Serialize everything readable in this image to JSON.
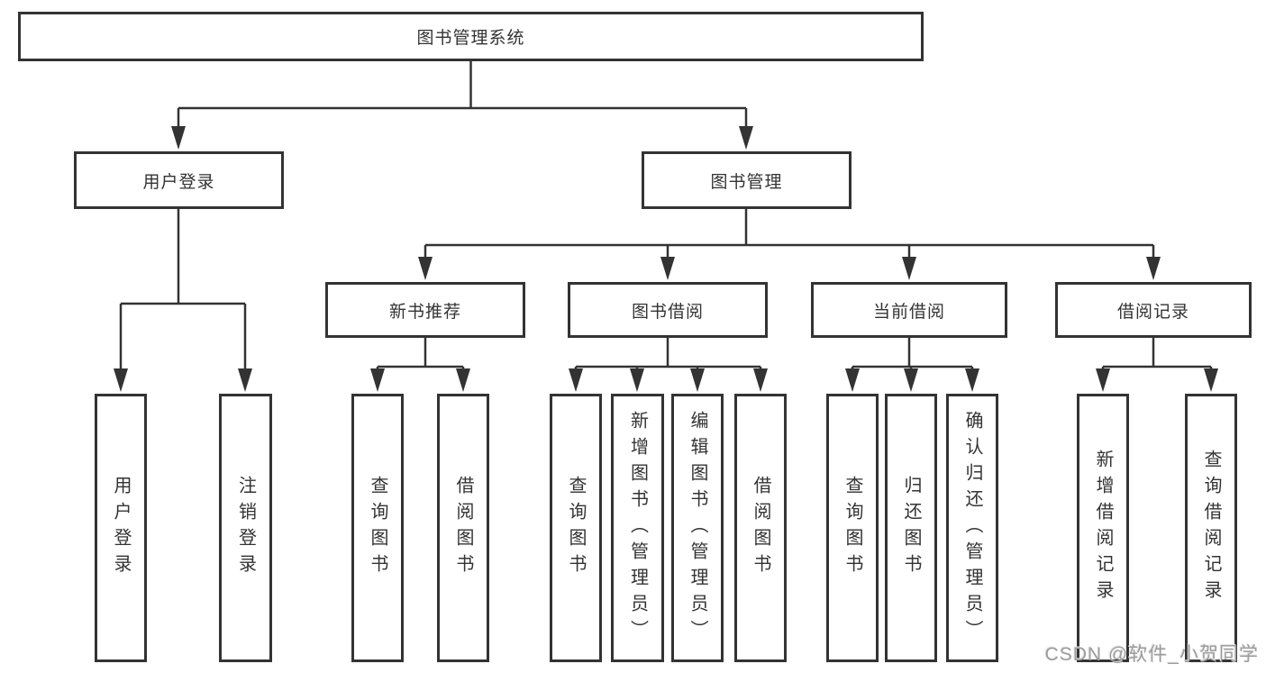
{
  "diagram": {
    "title_note": "library management system feature tree",
    "root": "图书管理系统",
    "branches": {
      "user_login": {
        "label": "用户登录",
        "children": [
          "用户登录",
          "注销登录"
        ]
      },
      "book_mgmt": {
        "label": "图书管理",
        "sections": {
          "new_books": {
            "label": "新书推荐",
            "children": [
              "查询图书",
              "借阅图书"
            ]
          },
          "borrow": {
            "label": "图书借阅",
            "children": [
              "查询图书",
              "新增图书（管理员）",
              "编辑图书（管理员）",
              "借阅图书"
            ]
          },
          "current": {
            "label": "当前借阅",
            "children": [
              "查询图书",
              "归还图书",
              "确认归还（管理员）"
            ]
          },
          "records": {
            "label": "借阅记录",
            "children": [
              "新增借阅记录",
              "查询借阅记录"
            ]
          }
        }
      }
    }
  },
  "watermark": "CSDN @软件_小贺同学",
  "colors": {
    "line": "#333333",
    "text": "#333333",
    "background": "#ffffff",
    "watermark": "#9c9c9c"
  }
}
